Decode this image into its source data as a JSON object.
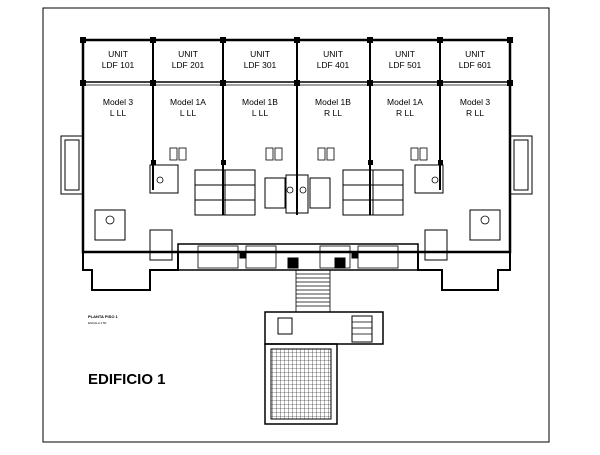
{
  "drawing": {
    "building_label": "EDIFICIO 1",
    "plan_caption": "PLANTA PISO 1",
    "plan_scale": "ESCALA 1:50"
  },
  "units": [
    {
      "unit_word": "UNIT",
      "code": "LDF 101",
      "model": "Model 3",
      "orientation": "L LL"
    },
    {
      "unit_word": "UNIT",
      "code": "LDF 201",
      "model": "Model 1A",
      "orientation": "L LL"
    },
    {
      "unit_word": "UNIT",
      "code": "LDF 301",
      "model": "Model 1B",
      "orientation": "L LL"
    },
    {
      "unit_word": "UNIT",
      "code": "LDF 401",
      "model": "Model 1B",
      "orientation": "R LL"
    },
    {
      "unit_word": "UNIT",
      "code": "LDF 501",
      "model": "Model 1A",
      "orientation": "R LL"
    },
    {
      "unit_word": "UNIT",
      "code": "LDF 601",
      "model": "Model 3",
      "orientation": "R LL"
    }
  ]
}
